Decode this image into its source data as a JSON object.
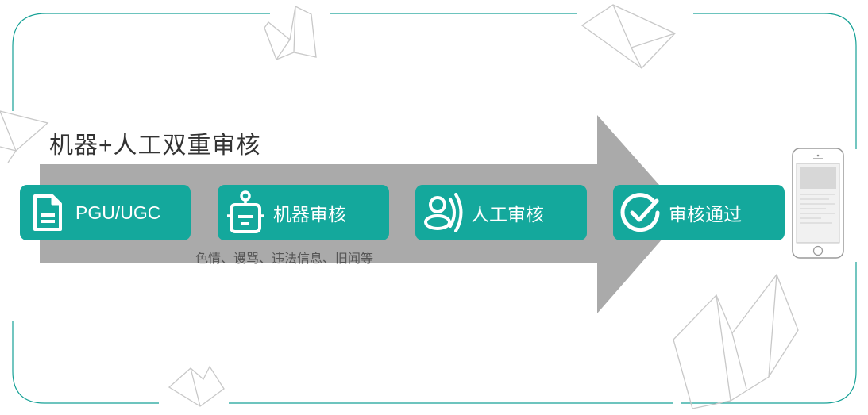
{
  "colors": {
    "accent": "#14a89c",
    "arrow": "#aaaaaa",
    "frame": "#16a196",
    "deco": "#c8c8c8"
  },
  "title": "机器+人工双重审核",
  "steps": [
    {
      "label": "PGU/UGC",
      "icon": "document-icon"
    },
    {
      "label": "机器审核",
      "icon": "robot-icon"
    },
    {
      "label": "人工审核",
      "icon": "person-voice-icon"
    },
    {
      "label": "审核通过",
      "icon": "check-circle-icon"
    }
  ],
  "note": "色情、谩骂、违法信息、旧闻等",
  "device": {
    "icon": "phone-icon"
  }
}
